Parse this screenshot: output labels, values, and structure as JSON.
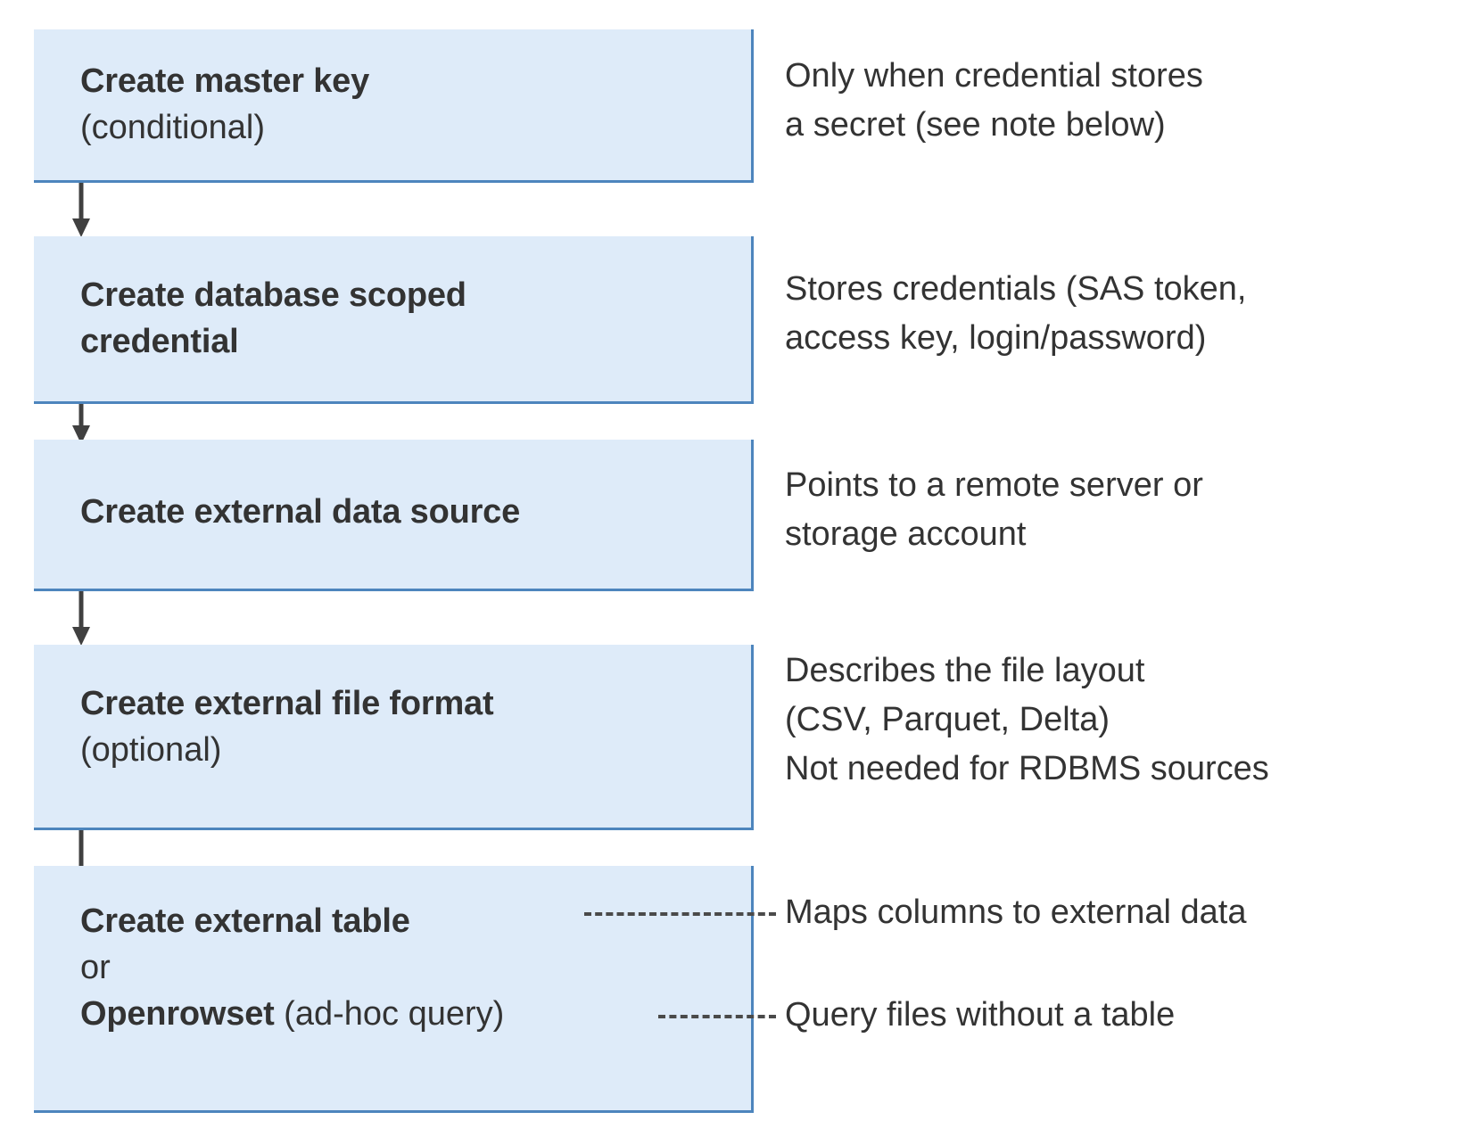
{
  "diagram": {
    "type": "flowchart",
    "orientation": "vertical",
    "colors": {
      "box_fill": "#deebf9",
      "box_border": "#4d85bd",
      "text": "#333333",
      "arrow": "#404040",
      "dashed_connector": "#4a4a4a",
      "page_background": "#ffffff"
    },
    "steps": [
      {
        "id": "create-master-key",
        "title": "Create master key",
        "subtitle": "(conditional)",
        "note": "Only when credential stores\na secret (see note below)",
        "connector": "arrow"
      },
      {
        "id": "create-database-scoped-credential",
        "title": "Create database scoped\ncredential",
        "subtitle": "",
        "note": "Stores credentials (SAS token,\naccess key, login/password)",
        "connector": "arrow"
      },
      {
        "id": "create-external-data-source",
        "title": "Create external data source",
        "subtitle": "",
        "note": "Points to a remote server or\nstorage account",
        "connector": "arrow"
      },
      {
        "id": "create-external-file-format",
        "title": "Create external file format",
        "subtitle": "(optional)",
        "note": "Describes the file layout\n(CSV, Parquet, Delta)\nNot needed for RDBMS sources",
        "connector": "arrow"
      },
      {
        "id": "create-external-table-or-openrowset",
        "title": "Create external table",
        "or_label": "or",
        "alt_title": "Openrowset",
        "alt_suffix": " (ad-hoc query)",
        "note_table": "Maps columns to external data",
        "note_openrowset": "Query files without a table",
        "connector": "none"
      }
    ]
  }
}
